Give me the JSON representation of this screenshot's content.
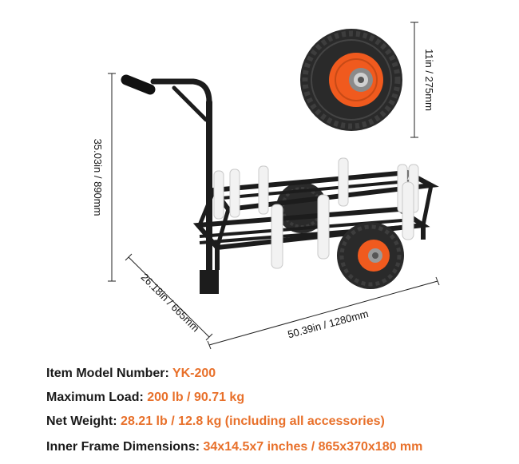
{
  "dimensions": {
    "height": "35.03in / 890mm",
    "length": "50.39in / 1280mm",
    "width": "26.18in / 665mm",
    "wheel": "11in / 275mm"
  },
  "specs": [
    {
      "label": "Item Model Number:",
      "value": "YK-200"
    },
    {
      "label": "Maximum Load:",
      "value": "200 lb / 90.71 kg"
    },
    {
      "label": "Net Weight:",
      "value": "28.21 lb / 12.8 kg (including all accessories)"
    },
    {
      "label": "Inner Frame Dimensions:",
      "value": "34x14.5x7 inches / 865x370x180 mm"
    }
  ],
  "colors": {
    "accent": "#e8702a",
    "frame": "#1c1c1c",
    "tire": "#2a2a2a",
    "hub": "#f05a1e",
    "rod_holder": "#f2f2f2"
  }
}
